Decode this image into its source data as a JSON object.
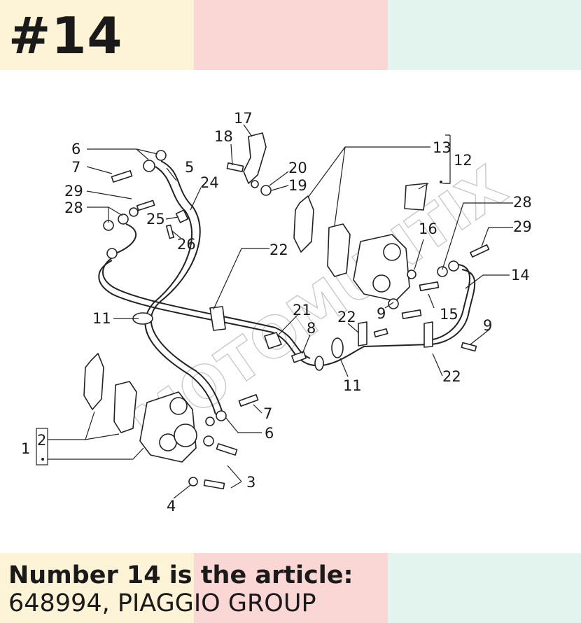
{
  "header": {
    "number_title": "#14"
  },
  "bands": {
    "colors": [
      "#fdf3d6",
      "#fad7d4",
      "#e3f3ed"
    ]
  },
  "diagram": {
    "watermark": "MOTOMUNTIX",
    "labels": [
      "1",
      "2",
      "3",
      "4",
      "5",
      "6",
      "6",
      "7",
      "7",
      "8",
      "9",
      "9",
      "11",
      "11",
      "12",
      "13",
      "14",
      "15",
      "16",
      "17",
      "18",
      "19",
      "20",
      "21",
      "22",
      "22",
      "22",
      "24",
      "25",
      "26",
      "28",
      "28",
      "29",
      "29"
    ]
  },
  "footer": {
    "line1": "Number 14 is the article:",
    "line2": "648994, PIAGGIO GROUP"
  }
}
